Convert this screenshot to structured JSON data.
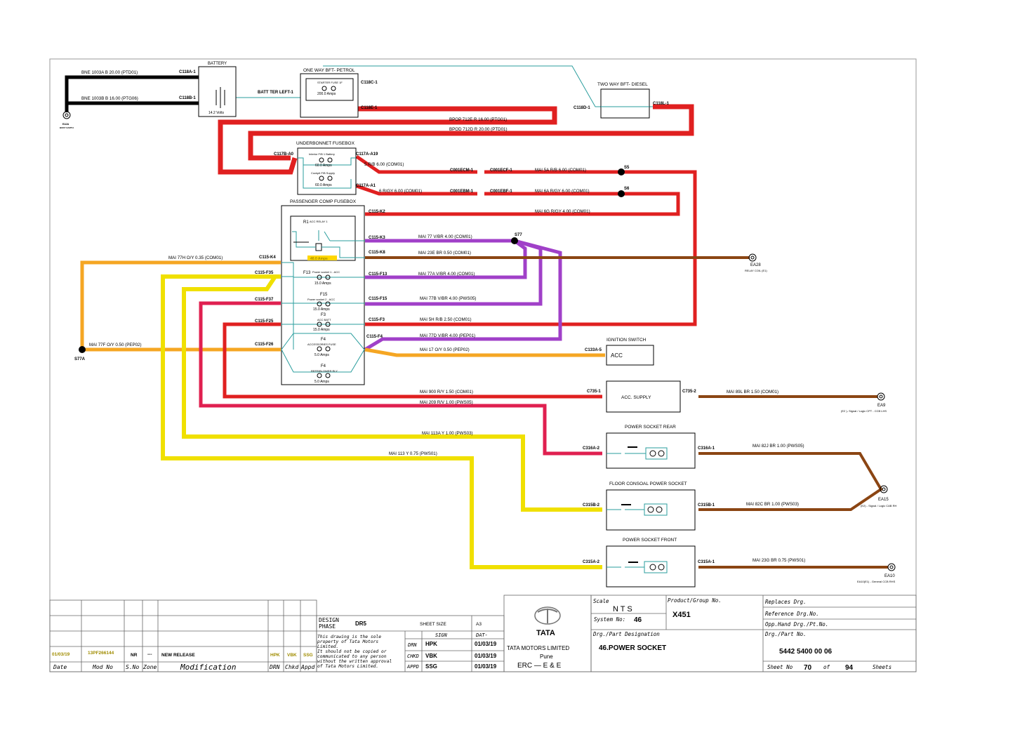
{
  "components": {
    "battery": {
      "title": "BATTERY",
      "volts": "14.2 Volts"
    },
    "bft_petrol": {
      "title": "ONE WAY BFT- PETROL",
      "fuse_name": "STARTER FUSE 1F",
      "amps": "200.0 Amps"
    },
    "bft_diesel": {
      "title": "TWO WAY BFT- DIESEL"
    },
    "underbonnet": {
      "title": "UNDERBONNET FUSEBOX",
      "f1_name": "Interior F/B 1 Battery",
      "f1_amps": "60.0 Amps",
      "f2_name": "Cockpit F/B Supply",
      "f2_amps": "60.0 Amps"
    },
    "passenger": {
      "title": "PASSENGER COMP FUSEBOX",
      "relay_id": "R1",
      "relay_name": "ACC RELAY 1",
      "relay_amps": "40.0 Amps",
      "f13_id": "F13",
      "f13_name": "Power socket 1 - ACC",
      "f13_amps": "15.0 Amps",
      "f15_id": "F15",
      "f15_name": "Power socket 2 - ACC",
      "f15_amps": "15.0 Amps",
      "f3_id": "F3",
      "f3_name": "ACC BATT",
      "f3_amps": "15.0 Amps",
      "f4a_id": "F4",
      "f4a_name": "ACCESSORIES FUSE",
      "f4a_amps": "5.0 Amps",
      "f4b_id": "F4",
      "f4b_name": "REFR/BLOWER RLY",
      "f4b_amps": "5.0 Amps"
    },
    "ignition": {
      "title": "IGNITION SWITCH",
      "label": "ACC"
    },
    "acc_supply": {
      "label": "ACC. SUPPLY"
    },
    "ps_rear": {
      "title": "POWER SOCKET REAR"
    },
    "ps_floor": {
      "title": "FLOOR CONSOAL POWER SOCKET"
    },
    "ps_front": {
      "title": "POWER SOCKET FRONT"
    }
  },
  "grounds": {
    "ea2a_top": "EA2A",
    "ea2a_bottom": "BODY EARTH",
    "ea28": "EA28",
    "ea28_desc": "RELAY COIL (E1)",
    "ea9": "EA9",
    "ea9_desc": "(E2 )- Signal / Logic CPT - CCB LHS",
    "ea15": "EA15",
    "ea15_desc": "(E2) - Signal / Logic CAB RH",
    "ea10": "EA10",
    "ea10_desc": "EA10(E1) - General CCB RHS"
  },
  "connectors": {
    "c118a1": "C118A-1",
    "c118b1": "C118B-1",
    "batt_ter": "BATT TER LEFT-1",
    "c118c1": "C118C-1",
    "c118e1": "C118E-1",
    "c118d1": "C118D-1",
    "c118l1": "C118L-1",
    "c117b": "C117B-A0",
    "c117a19": "C117A-A19",
    "c117a1": "C117A-A1",
    "c001ecm": "C001ECM-1",
    "c001ecf": "C001ECF-1",
    "c001ebm": "C001EBM-1",
    "c001ebf": "C001EBF-1",
    "s5": "S5",
    "s6": "S6",
    "s77": "S77",
    "s77a": "S77A",
    "c115k2": "C115-K2",
    "c115k3": "C115-K3",
    "c115k8": "C115-K8",
    "c115k4": "C115-K4",
    "c115f35": "C115-F35",
    "c115f13": "C115-F13",
    "c115f37": "C115-F37",
    "c115f15": "C115-F15",
    "c115f25": "C115-F25",
    "c115f3": "C115-F3",
    "c115f26": "C115-F26",
    "c115f4": "C115-F4",
    "c133a5": "C133A-5",
    "c735_1": "C735-1",
    "c735_2": "C735-2",
    "c316a2": "C316A-2",
    "c316a1": "C316A-1",
    "c315b2": "C315B-2",
    "c315b1": "C315B-1",
    "c315a2": "C315A-2",
    "c315a1": "C315A-1"
  },
  "wires": {
    "w1003a": "BNE   1003A   B   20.00   (PTD01)",
    "w1003b": "BNE   1003B   B   16.00   (PTG06)",
    "bpop": "BPOP        712E   R   16.00   (PTG01)",
    "bpod": "BPOD        712D   R   20.00   (PTD01)",
    "w5": "5   R/B   6.00   (COM01)",
    "w6": "6   R/GY   6.00   (COM01)",
    "w5a": "MAI   5A   R/B   6.00   (COM01)",
    "w6a": "MAI   6A   R/GY   6.00   (COM01)",
    "w6g": "MAI   6G   R/GY   4.00   (COM01)",
    "w77": "MAI   77   V/BR   4.00   (COM01)",
    "w23e": "MAI   23E   BR   0.50   (COM01)",
    "w77h": "MAI   77H   O/Y   0.35   (COM01)",
    "w77a": "MAI   77A   V/BR   4.00   (COM01)",
    "w77b": "MAI   77B   V/BR   4.00   (PWS05)",
    "w5h": "MAI   5H   R/B   2.50   (COM01)",
    "w77d": "MAI   77D   V/BR   4.00   (PEP01)",
    "w77f": "MAI   77F   O/Y   0.50   (PEP02)",
    "w17": "MAI   17   O/Y   0.50   (PEP02)",
    "w900": "MAI        900   R/Y   1.50   (COM01)",
    "w209": "MAI   209   R/V   1.00   (PWS05)",
    "w89l": "MAI   89L   BR   1.50   (COM01)",
    "w113a": "MAI        113A   Y   1.00   (PWS03)",
    "w113": "MAI        113   Y   0.75   (PWS01)",
    "w82j": "MAI   82J   BR   1.00   (PWS05)",
    "w82c": "MAI   82C   BR   1.00   (PWS03)",
    "w23g": "MAI   23G   BR   0.75   (PWS01)"
  },
  "title_block": {
    "rev_date": "01/03/19",
    "rev_mod": "13PF266144",
    "rev_sno": "NR",
    "rev_zone": "---",
    "rev_text": "NEW RELEASE",
    "rev_drn": "HPK",
    "rev_chkd": "VBK",
    "rev_appd": "SSG",
    "h_date": "Date",
    "h_mod": "Mod No",
    "h_sno": "S.No",
    "h_zone": "Zone",
    "h_modif": "Modification",
    "h_drn": "DRN",
    "h_chkd": "Chkd",
    "h_appd": "Appd",
    "design_phase_l1": "DESIGN",
    "design_phase_l2": "PHASE",
    "design_phase_val": "DR5",
    "sheet_size_label": "SHEET SIZE",
    "sheet_size_val": "A3",
    "prop_text": [
      "This drawing is the sole",
      "property of Tata Motors",
      "Limited.",
      "  It should not be copied or",
      "communicated to any person",
      "without the written approval",
      "of Tata Motors Limited."
    ],
    "sign_h": "SIGN",
    "date_h": "DAT-",
    "drn_label": "DRN",
    "drn_sign": "HPK",
    "drn_date": "01/03/19",
    "chkd_label": "CHKD",
    "chkd_sign": "VBK",
    "chkd_date": "01/03/19",
    "appd_label": "APPD",
    "appd_sign": "SSG",
    "appd_date": "01/03/19",
    "logo_word": "TATA",
    "company": "TATA MOTORS LIMITED",
    "city": "Pune",
    "dept": "ERC  —  E  &  E",
    "scale_label": "Scale",
    "scale_val": "N T S",
    "system_label": "System No:",
    "system_val": "46",
    "product_label": "Product/Group No.",
    "product_val": "X451",
    "designation_label": "Drg./Part Designation",
    "designation_val": "46.POWER SOCKET",
    "replaces_label": "Replaces Drg.",
    "reference_label": "Reference Drg.No.",
    "opp_label": "Opp.Hand Drg./Pt.No.",
    "drg_label": "Drg./Part No.",
    "drg_val": "5442 5400 00 06",
    "sheet_label": "Sheet No",
    "sheet_val": "70",
    "of_label": "of",
    "of_val": "94",
    "sheets_label": "Sheets"
  }
}
